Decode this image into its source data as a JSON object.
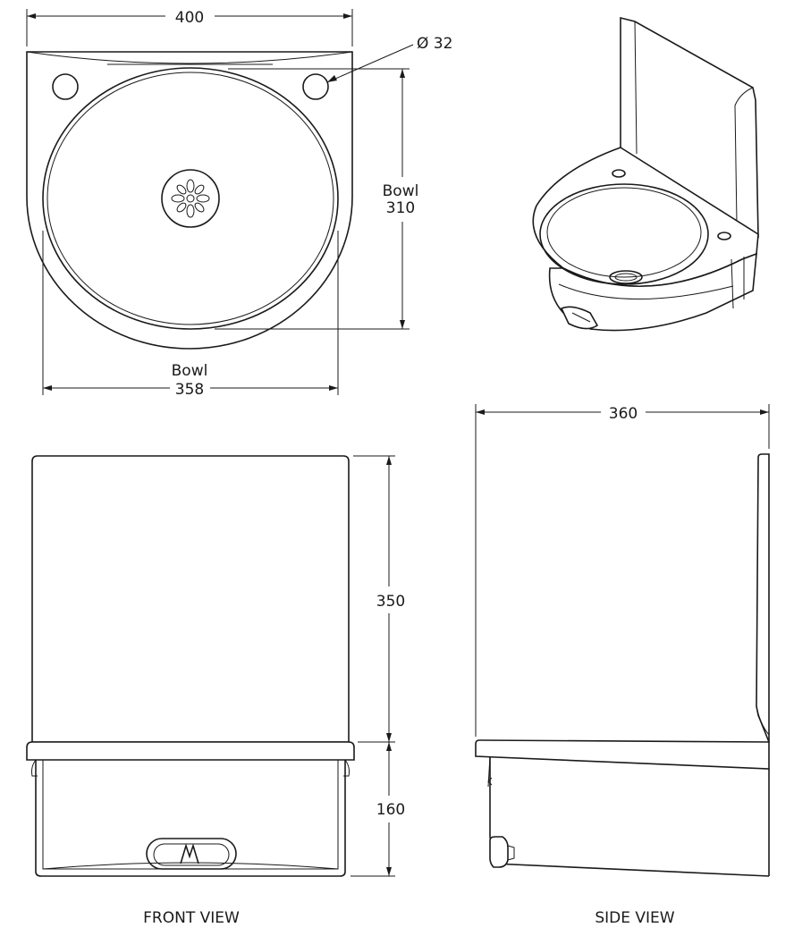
{
  "top_view": {
    "width_label": "400",
    "hole_label": "Ø 32",
    "bowl_depth_label_1": "Bowl",
    "bowl_depth_label_2": "310",
    "bowl_width_label_1": "Bowl",
    "bowl_width_label_2": "358"
  },
  "side_view": {
    "depth_label": "360",
    "caption": "SIDE VIEW"
  },
  "front_view": {
    "upstand_height_label": "350",
    "bowl_height_label": "160",
    "caption": "FRONT VIEW"
  },
  "colors": {
    "line": "#1a1a1a",
    "background": "#ffffff"
  }
}
